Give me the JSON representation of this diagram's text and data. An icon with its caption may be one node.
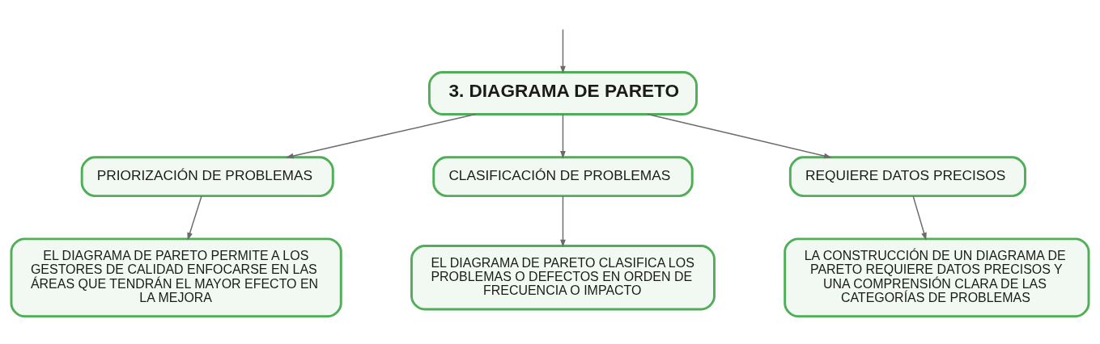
{
  "diagram": {
    "nodes": [
      {
        "text": [
          "3. DIAGRAMA DE PARETO"
        ]
      },
      {
        "text": [
          "PRIORIZACIÓN DE PROBLEMAS"
        ]
      },
      {
        "text": [
          "CLASIFICACIÓN DE PROBLEMAS"
        ]
      },
      {
        "text": [
          "REQUIERE DATOS PRECISOS"
        ]
      },
      {
        "text": [
          "EL DIAGRAMA DE PARETO PERMITE A LOS GESTORES DE CALIDAD ENFOCARSE EN LAS ÁREAS QUE TENDRÁN EL MAYOR EFECTO EN LA MEJORA"
        ]
      },
      {
        "text": [
          "EL DIAGRAMA DE PARETO CLASIFICA LOS PROBLEMAS O DEFECTOS EN ORDEN DE FRECUENCIA O IMPACTO"
        ]
      },
      {
        "text": [
          "LA CONSTRUCCIÓN DE UN DIAGRAMA DE PARETO REQUIERE DATOS PRECISOS Y UNA COMPRENSIÓN CLARA DE LAS CATEGORÍAS DE PROBLEMAS"
        ]
      }
    ],
    "edges": [
      {
        "from": null,
        "to": 0,
        "arrow": "to"
      },
      {
        "from": 0,
        "to": 1,
        "arrow": "to"
      },
      {
        "from": 0,
        "to": 2,
        "arrow": "to"
      },
      {
        "from": 0,
        "to": 3,
        "arrow": "to"
      },
      {
        "from": 1,
        "to": 4,
        "arrow": "to"
      },
      {
        "from": 2,
        "to": 5,
        "arrow": "to"
      },
      {
        "from": 3,
        "to": 6,
        "arrow": "to"
      }
    ]
  }
}
